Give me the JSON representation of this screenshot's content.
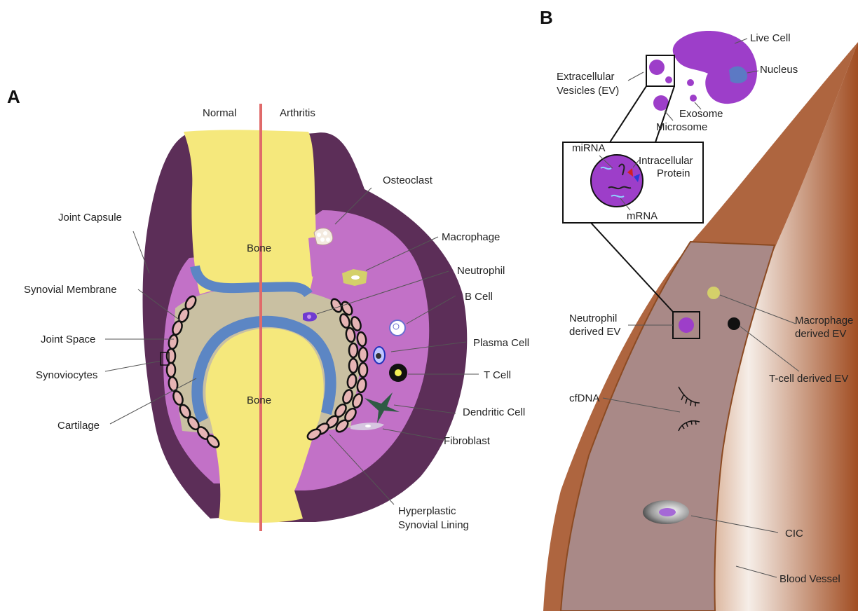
{
  "panel_a": {
    "label": "A",
    "header_normal": "Normal",
    "header_arthritis": "Arthritis",
    "bone_top": "Bone",
    "bone_bottom": "Bone",
    "labels": {
      "joint_capsule": "Joint Capsule",
      "synovial_membrane": "Synovial Membrane",
      "joint_space": "Joint Space",
      "synoviocytes": "Synoviocytes",
      "cartilage": "Cartilage",
      "osteoclast": "Osteoclast",
      "macrophage": "Macrophage",
      "neutrophil": "Neutrophil",
      "b_cell": "B Cell",
      "plasma_cell": "Plasma Cell",
      "t_cell": "T Cell",
      "dendritic_cell": "Dendritic Cell",
      "fibroblast": "Fibroblast",
      "hyperplastic_1": "Hyperplastic",
      "hyperplastic_2": "Synovial Lining"
    }
  },
  "panel_b": {
    "label": "B",
    "labels": {
      "live_cell": "Live Cell",
      "nucleus": "Nucleus",
      "ev_1": "Extracellular",
      "ev_2": "Vesicles (EV)",
      "exosome": "Exosome",
      "microsome": "Microsome",
      "mirna": "miRNA",
      "intracellular_1": "Intracellular",
      "intracellular_2": "Protein",
      "mrna": "mRNA",
      "neutrophil_ev_1": "Neutrophil",
      "neutrophil_ev_2": "derived EV",
      "macrophage_ev_1": "Macrophage",
      "macrophage_ev_2": "derived EV",
      "tcell_ev": "T-cell derived EV",
      "cfdna": "cfDNA",
      "cic": "CIC",
      "blood_vessel": "Blood Vessel"
    }
  },
  "colors": {
    "capsule": "#5c2e58",
    "synovium": "#c271c7",
    "bone": "#f5e87c",
    "cartilage": "#5c86c4",
    "joint_space": "#c9c0a2",
    "divider": "#e06a6a",
    "vessel_wall": "#a5542a",
    "vessel_lumen": "#a98987",
    "ev_purple": "#9d3ec9"
  }
}
